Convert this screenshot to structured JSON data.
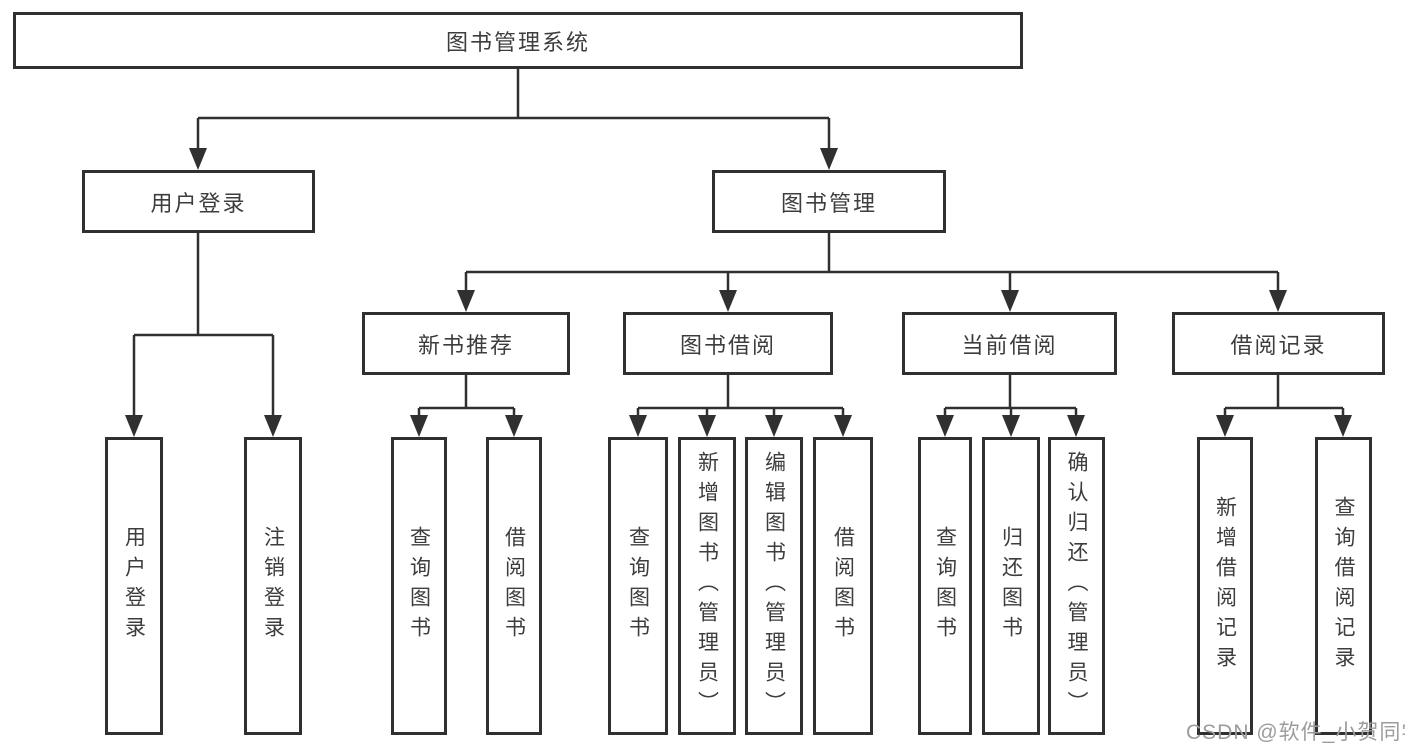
{
  "tree": {
    "root": "图书管理系统",
    "user": {
      "label": "用户登录",
      "children": [
        "用户登录",
        "注销登录"
      ]
    },
    "book": {
      "label": "图书管理",
      "groups": [
        {
          "label": "新书推荐",
          "children": [
            "查询图书",
            "借阅图书"
          ]
        },
        {
          "label": "图书借阅",
          "children": [
            "查询图书",
            "新增图书（管理员）",
            "编辑图书（管理员）",
            "借阅图书"
          ]
        },
        {
          "label": "当前借阅",
          "children": [
            "查询图书",
            "归还图书",
            "确认归还（管理员）"
          ]
        },
        {
          "label": "借阅记录",
          "children": [
            "新增借阅记录",
            "查询借阅记录"
          ]
        }
      ]
    }
  },
  "watermark": "CSDN @软件_小贺同学",
  "colors": {
    "line": "#303030",
    "text": "#3d3d3d",
    "background": "#ffffff",
    "watermark": "#9c9c9c"
  }
}
